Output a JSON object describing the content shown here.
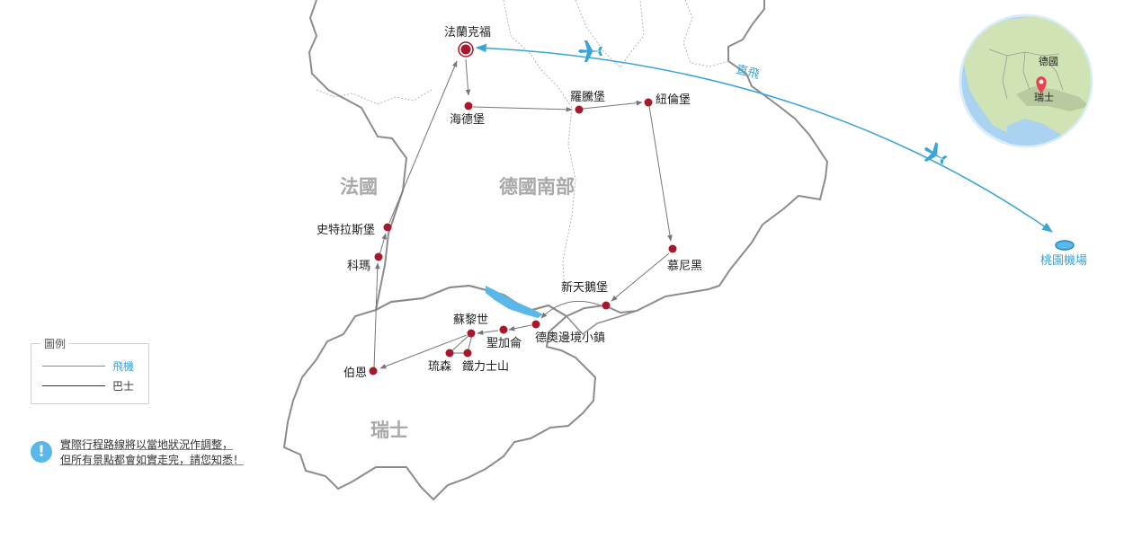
{
  "colors": {
    "flight": "#3aa3d8",
    "route": "#777777",
    "city_dot": "#a7182a",
    "border": "#8c8c8c",
    "region_label": "#a9a9a9"
  },
  "regions": {
    "france": "法國",
    "south_germany": "德國南部",
    "switzerland": "瑞士"
  },
  "cities": {
    "frankfurt": "法蘭克福",
    "heidelberg": "海德堡",
    "rothenburg": "羅騰堡",
    "nuremberg": "紐倫堡",
    "strasbourg": "史特拉斯堡",
    "colmar": "科瑪",
    "munich": "慕尼黑",
    "neuschwanstein": "新天鵝堡",
    "lindau": "德奧邊境小鎮",
    "st_gallen": "聖加侖",
    "zurich": "蘇黎世",
    "lucerne": "琉森",
    "titlis": "鐵力士山",
    "bern": "伯恩"
  },
  "flight": {
    "label": "直飛",
    "airport": "桃園機場"
  },
  "inset": {
    "germany": "德國",
    "switzerland": "瑞士"
  },
  "legend": {
    "title": "圖例",
    "flight": "飛機",
    "bus": "巴士"
  },
  "note": {
    "icon": "!",
    "line1": "實際行程路線將以當地狀況作調整，",
    "line2": "但所有景點都會如實走完，請您知悉！"
  }
}
